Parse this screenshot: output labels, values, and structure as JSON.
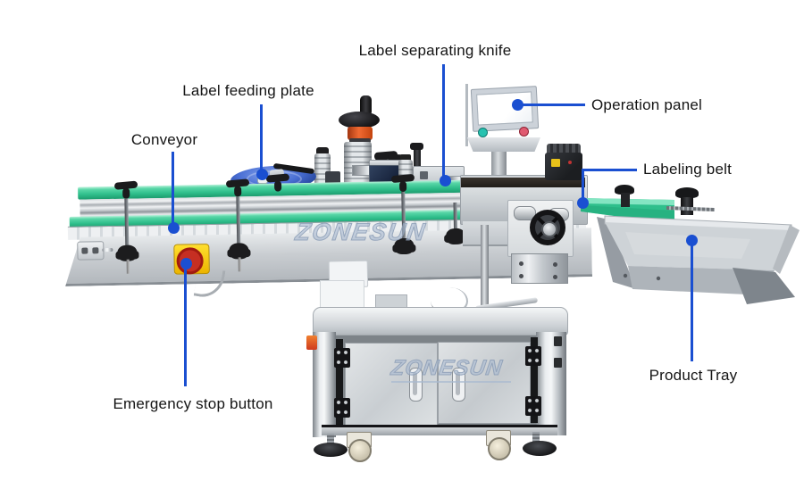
{
  "callouts": [
    {
      "id": "label-separating-knife",
      "label": "Label separating knife"
    },
    {
      "id": "label-feeding-plate",
      "label": "Label feeding plate"
    },
    {
      "id": "conveyor",
      "label": "Conveyor"
    },
    {
      "id": "operation-panel",
      "label": "Operation panel"
    },
    {
      "id": "labeling-belt",
      "label": "Labeling belt"
    },
    {
      "id": "emergency-stop-button",
      "label": "Emergency stop button"
    },
    {
      "id": "product-tray",
      "label": "Product Tray"
    }
  ],
  "watermarks": {
    "conveyor": "ZONESUN",
    "cabinet": "ZONESUN"
  },
  "colors": {
    "callout_blue": "#1a4fd1",
    "label_text": "#141414",
    "rail_green": "#30bf8c",
    "feeding_plate_blue": "#3d63c4",
    "estop_yellow": "#f2c500",
    "estop_red": "#cf2b1e",
    "roll_collar_orange": "#e65a26",
    "machine_gray": "#cdd2d6",
    "watermark_gray_blue": "#a8b9d0"
  }
}
